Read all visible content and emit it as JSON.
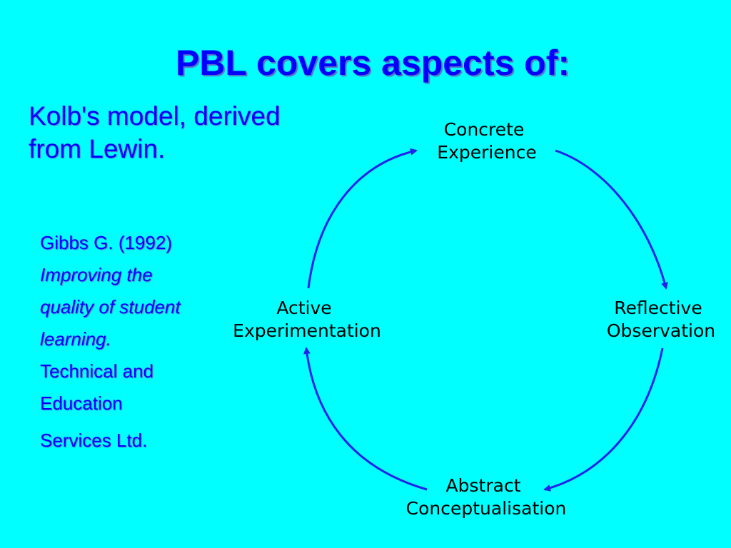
{
  "slide": {
    "title": "PBL covers aspects of:",
    "subtitle_lines": [
      "Kolb's model, derived",
      "from Lewin."
    ],
    "citation": {
      "author": "Gibbs G. (1992)",
      "italic_lines": [
        "Improving the",
        "quality of student",
        "learning."
      ],
      "publisher_lines": [
        "Technical and",
        "Education",
        "Services Ltd."
      ]
    }
  },
  "cycle": {
    "nodes": {
      "concrete_experience": [
        "Concrete",
        "Experience"
      ],
      "reflective_observation": [
        "Reflective",
        "Observation"
      ],
      "abstract_conceptualisation": [
        "Abstract",
        "Conceptualisation"
      ],
      "active_experimentation": [
        "Active",
        "Experimentation"
      ]
    },
    "arrow_color": "#2222ee",
    "text_color": "#000000",
    "background_color": "#00ffff"
  }
}
